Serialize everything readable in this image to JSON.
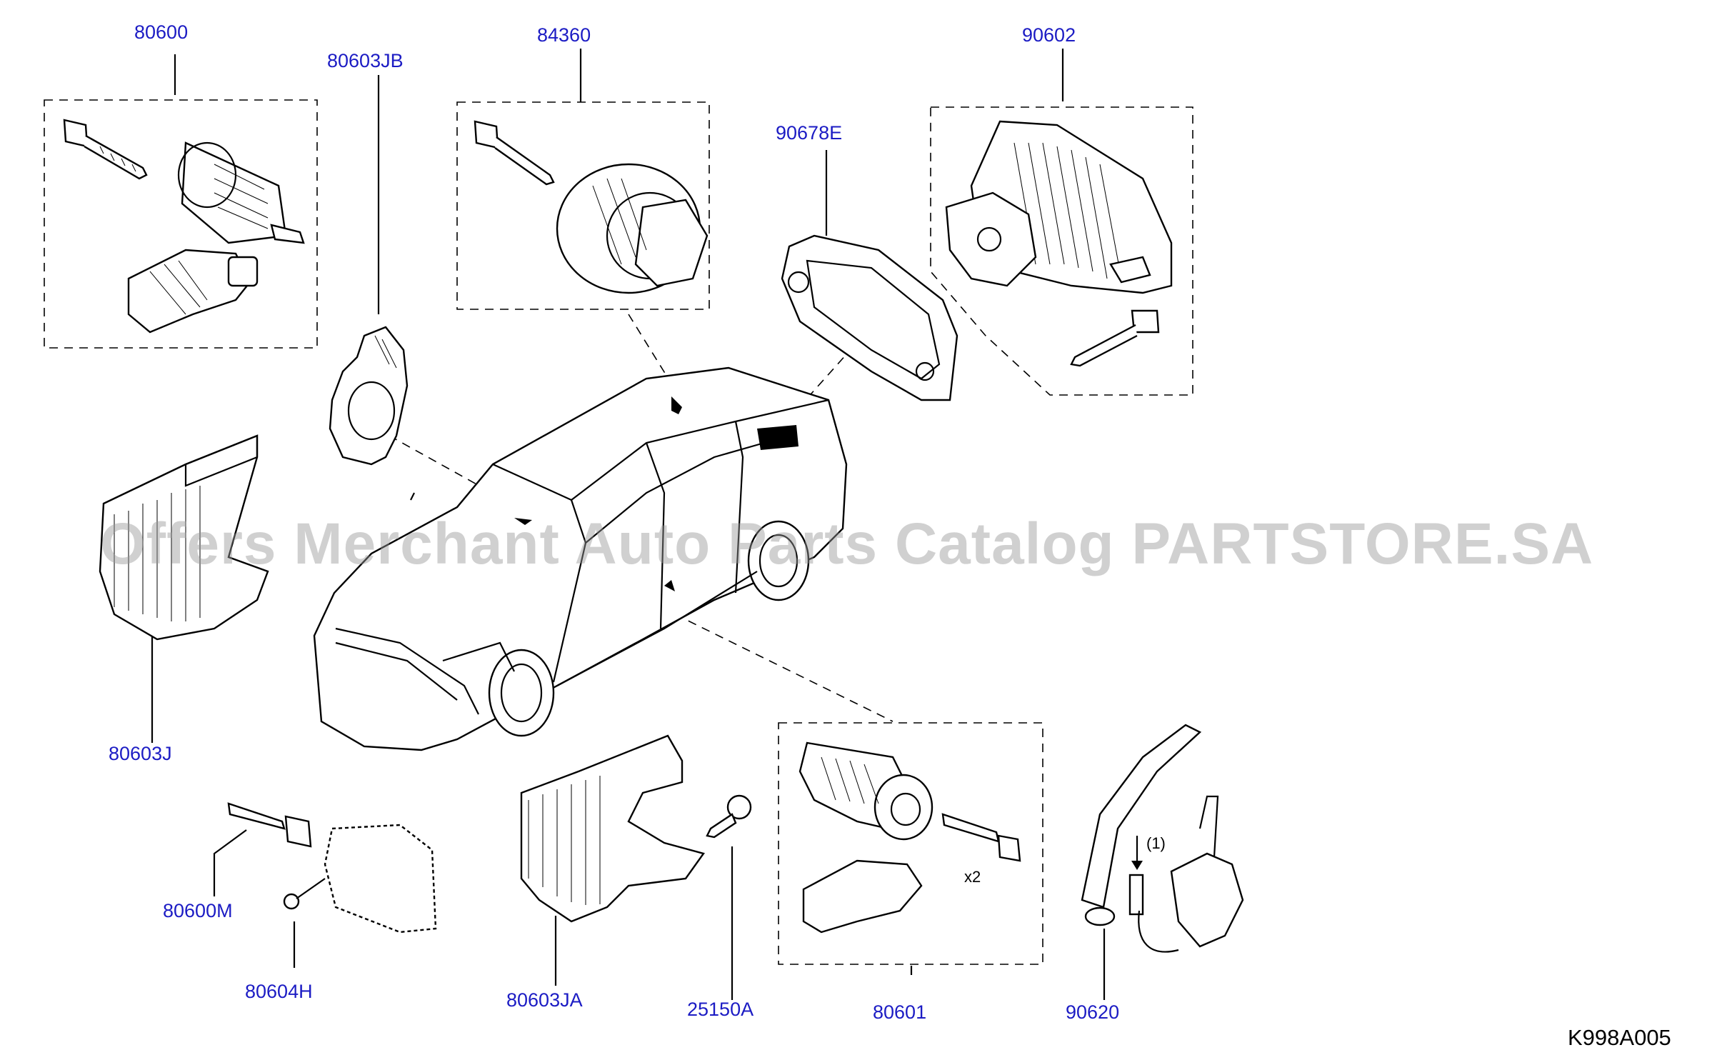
{
  "diagram": {
    "code": "K998A005",
    "watermark": "Offers Merchant Auto Parts Catalog PARTSTORE.SA",
    "annotations": {
      "step": "(1)",
      "quantity": "x2"
    },
    "colors": {
      "callout": "#1c1cc4",
      "lines": "#000000",
      "background": "#ffffff",
      "watermark": "#969696"
    },
    "callouts": {
      "p80600": "80600",
      "p80603JB": "80603JB",
      "p84360": "84360",
      "p90678E": "90678E",
      "p90602": "90602",
      "p80603J": "80603J",
      "p80600M": "80600M",
      "p80604H": "80604H",
      "p80603JA": "80603JA",
      "p25150A": "25150A",
      "p80601": "80601",
      "p90620": "90620"
    }
  }
}
